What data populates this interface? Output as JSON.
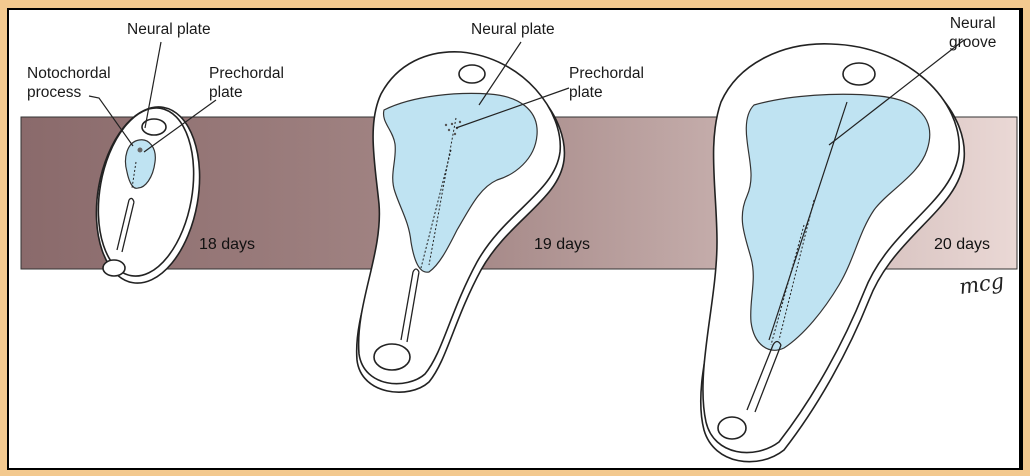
{
  "labels": {
    "neural_plate_1": "Neural plate",
    "notochordal_process": "Notochordal\nprocess",
    "prechordal_plate_1": "Prechordal\nplate",
    "neural_plate_2": "Neural plate",
    "prechordal_plate_2": "Prechordal\nplate",
    "neural_groove": "Neural\ngroove"
  },
  "stages": [
    {
      "label": "18 days"
    },
    {
      "label": "19 days"
    },
    {
      "label": "20 days"
    }
  ],
  "signature": "mcg",
  "colors": {
    "border_outer": "#f3c98f",
    "band_left": "#8b6b6b",
    "band_right": "#e6d3d0",
    "neural_plate_fill": "#bfe3f2"
  }
}
